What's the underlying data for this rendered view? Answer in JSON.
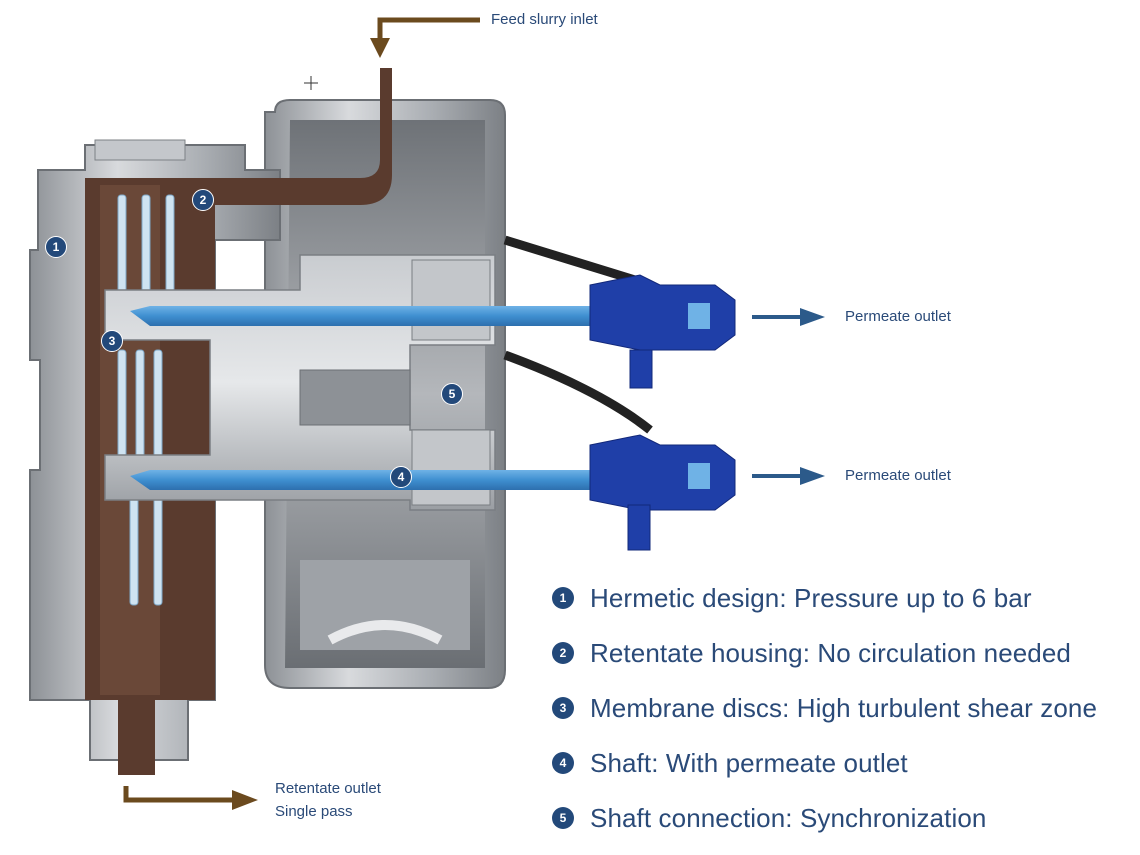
{
  "labels": {
    "feed_inlet": "Feed slurry inlet",
    "permeate_outlet_top": "Permeate outlet",
    "permeate_outlet_bottom": "Permeate outlet",
    "retentate_line1": "Retentate outlet",
    "retentate_line2": "Single pass"
  },
  "callouts": [
    "1",
    "2",
    "3",
    "4",
    "5"
  ],
  "legend": [
    {
      "num": "1",
      "text": "Hermetic design: Pressure up to 6 bar"
    },
    {
      "num": "2",
      "text": "Retentate housing: No circulation needed"
    },
    {
      "num": "3",
      "text": "Membrane discs: High turbulent shear zone"
    },
    {
      "num": "4",
      "text": "Shaft: With permeate outlet"
    },
    {
      "num": "5",
      "text": "Shaft connection: Synchronization"
    }
  ],
  "colors": {
    "retentate_brown": "#5a3b2e",
    "flow_arrow_brown": "#6b4a1e",
    "permeate_blue": "#3f8fd0",
    "fitting_blue": "#1f3fa8",
    "housing_steel": "#b9bcc0",
    "callout_navy": "#23497a",
    "permeate_arrow": "#2c5a8a"
  }
}
